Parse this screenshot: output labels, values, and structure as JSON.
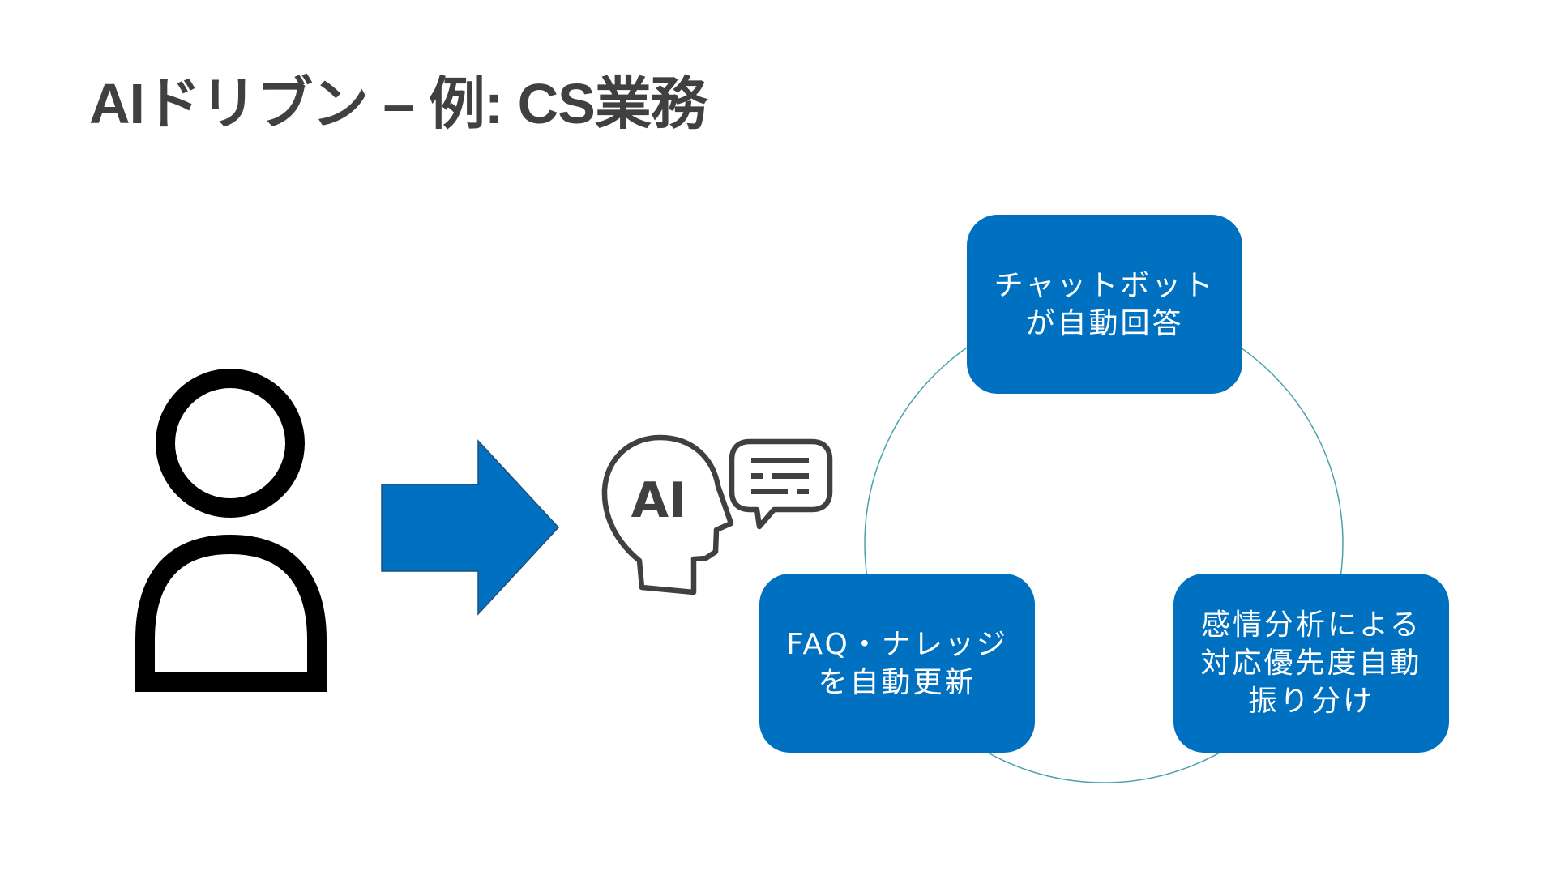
{
  "slide": {
    "title": "AIドリブン – 例: CS業務"
  },
  "left_side": {
    "person_icon": "person-icon",
    "arrow_icon": "right-arrow-icon",
    "ai_icon": "ai-head-icon",
    "ai_icon_label": "AI",
    "speech_icon": "speech-bubble-icon"
  },
  "cycle": {
    "items": [
      {
        "label": "チャットボット\nが自動回答"
      },
      {
        "label": "感情分析による\n対応優先度自動\n振り分け"
      },
      {
        "label": "FAQ・ナレッジ\nを自動更新"
      }
    ]
  },
  "colors": {
    "title": "#404040",
    "box_fill": "#0070c0",
    "box_text": "#ffffff",
    "arrow_fill": "#0070c0",
    "cycle_line": "#4aa3a8",
    "icon_stroke": "#404040",
    "person_stroke": "#000000"
  }
}
